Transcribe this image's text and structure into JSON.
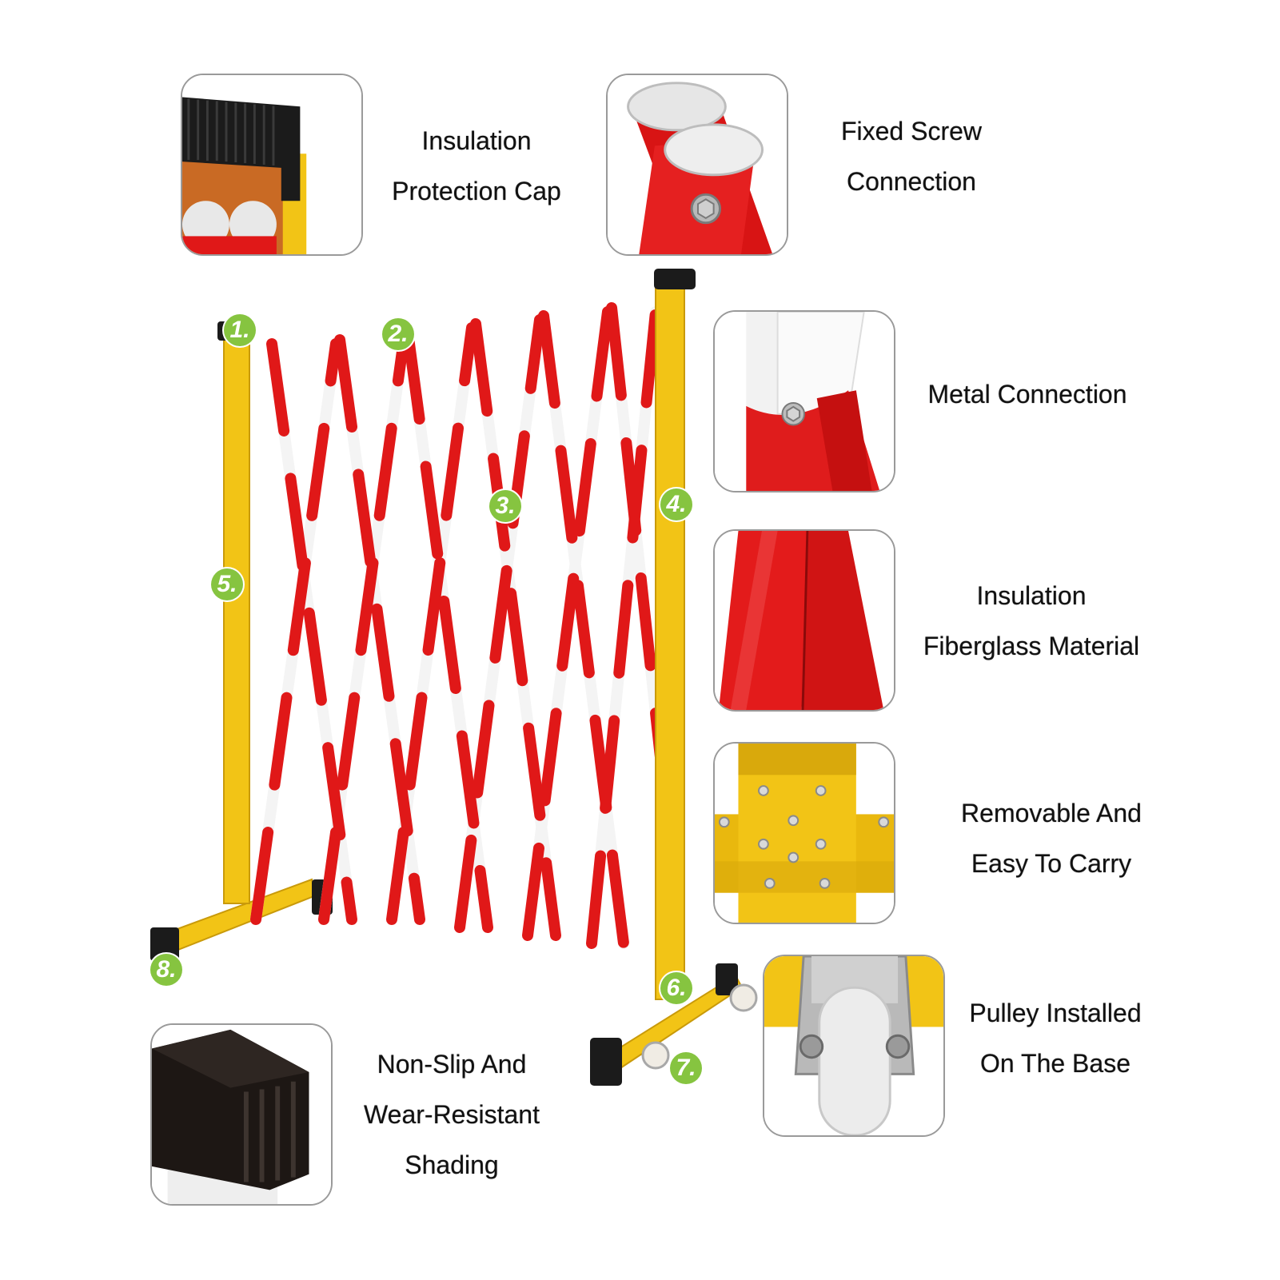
{
  "features": [
    {
      "id": "cap",
      "lines": [
        "Insulation",
        "Protection Cap"
      ]
    },
    {
      "id": "screw",
      "lines": [
        "Fixed Screw",
        "Connection"
      ]
    },
    {
      "id": "metal",
      "lines": [
        "Metal Connection"
      ]
    },
    {
      "id": "material",
      "lines": [
        "Insulation",
        "Fiberglass Material"
      ]
    },
    {
      "id": "carry",
      "lines": [
        "Removable And",
        "Easy To Carry"
      ]
    },
    {
      "id": "pulley",
      "lines": [
        "Pulley Installed",
        "On The Base"
      ]
    },
    {
      "id": "nonslip",
      "lines": [
        "Non-Slip And",
        "Wear-Resistant",
        "Shading"
      ]
    }
  ],
  "badges": [
    "1.",
    "2.",
    "3.",
    "4.",
    "5.",
    "6.",
    "7.",
    "8."
  ],
  "colors": {
    "post_yellow": "#f2c416",
    "stripe_red": "#e01818",
    "stripe_white": "#f4f4f4",
    "rubber_black": "#1b1b1b",
    "badge_green": "#86c440"
  }
}
